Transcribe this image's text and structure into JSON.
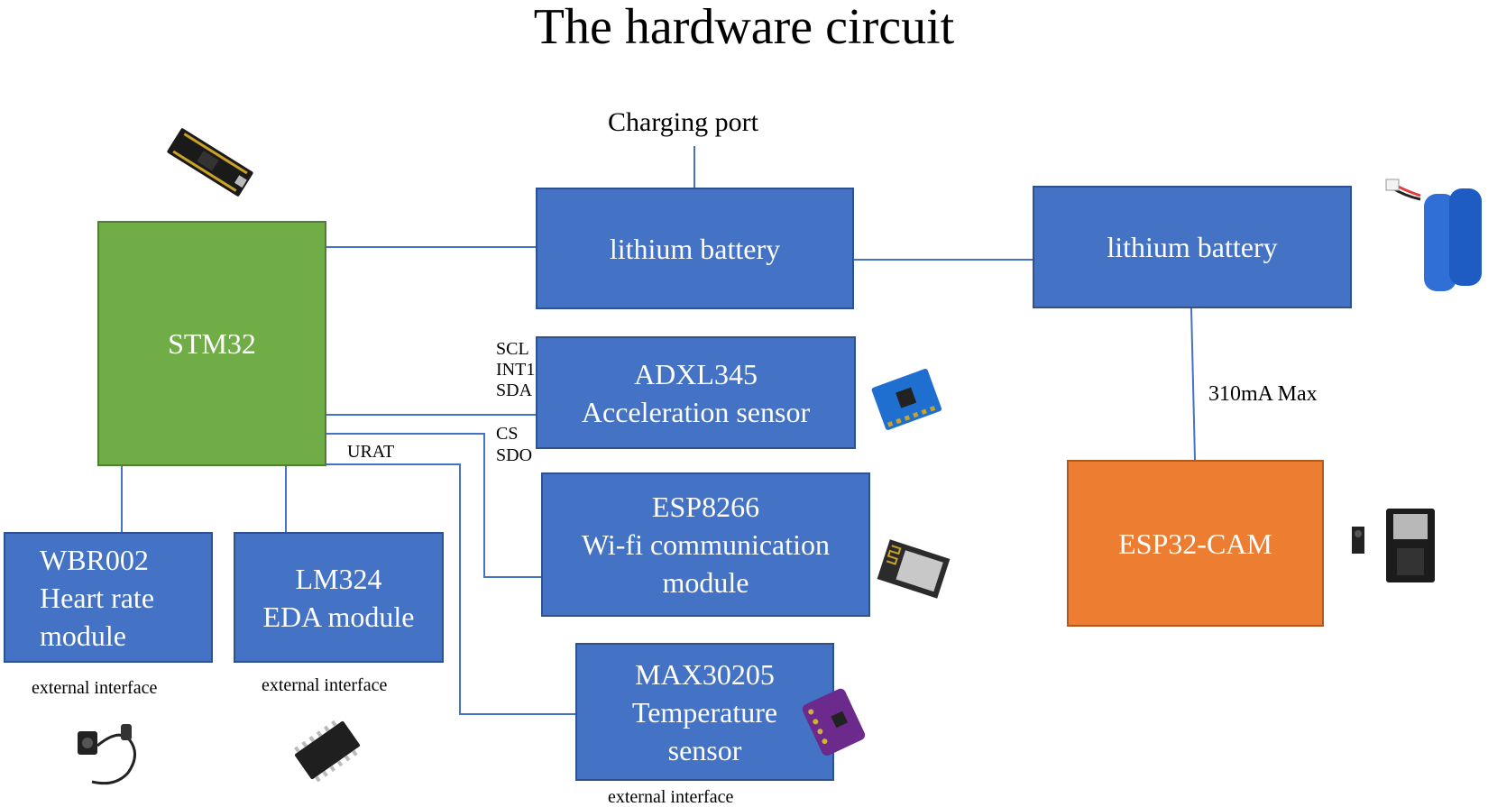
{
  "title": "The hardware circuit",
  "charging_port": "Charging port",
  "blocks": {
    "stm32": {
      "lines": [
        "STM32"
      ]
    },
    "battery1": {
      "lines": [
        "lithium battery"
      ]
    },
    "battery2": {
      "lines": [
        "lithium battery"
      ]
    },
    "adxl345": {
      "lines": [
        "ADXL345",
        "Acceleration sensor"
      ]
    },
    "esp8266": {
      "lines": [
        "ESP8266",
        "Wi-fi communication",
        "module"
      ]
    },
    "max30205": {
      "lines": [
        "MAX30205",
        "Temperature",
        "sensor"
      ]
    },
    "wbr002": {
      "lines": [
        "WBR002",
        "Heart rate",
        "module"
      ]
    },
    "lm324": {
      "lines": [
        "LM324",
        "EDA module"
      ]
    },
    "esp32cam": {
      "lines": [
        "ESP32-CAM"
      ]
    }
  },
  "pins": {
    "scl": "SCL",
    "int1": "INT1",
    "sda": "SDA",
    "cs": "CS",
    "sdo": "SDO",
    "urat": "URAT"
  },
  "current_note": "310mA Max",
  "external_interface": "external interface",
  "colors": {
    "blue_block": "#4472c4",
    "green_block": "#70ad47",
    "orange_block": "#ed7d31",
    "wire": "#4472c4"
  },
  "icons": {
    "stm32_board": "microcontroller-board-icon",
    "battery": "battery-pack-icon",
    "adxl345": "accelerometer-board-icon",
    "esp8266": "wifi-module-icon",
    "max30205": "temperature-sensor-board-icon",
    "esp32cam": "camera-module-icon",
    "heart_rate": "heart-rate-sensor-icon",
    "lm324": "ic-chip-icon"
  }
}
